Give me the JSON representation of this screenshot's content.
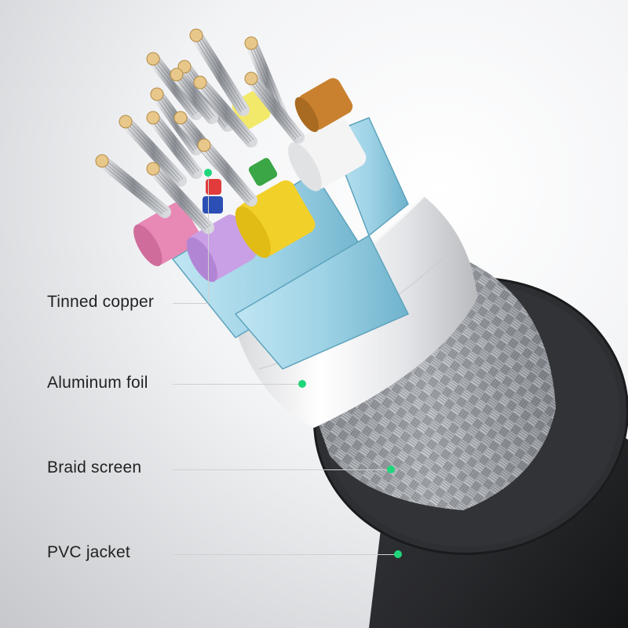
{
  "callouts": [
    {
      "id": "tinned-copper",
      "label": "Tinned copper"
    },
    {
      "id": "aluminum-foil",
      "label": "Aluminum foil"
    },
    {
      "id": "braid-screen",
      "label": "Braid screen"
    },
    {
      "id": "pvc-jacket",
      "label": "PVC jacket"
    }
  ],
  "colors": {
    "dot": "#1fd67a",
    "jacket": "#2a2b2e",
    "foil": "#e9eaec",
    "braid": "#8f9398",
    "copper": "#b9bcc0",
    "inner_sleeve": "#9fd3e6",
    "wire_colors": [
      "#e888b4",
      "#c9a0e6",
      "#f2d02a",
      "#f4f4f4",
      "#c9812f",
      "#3aa646",
      "#e23b3b",
      "#2c4fb5",
      "#f2e96a"
    ]
  }
}
